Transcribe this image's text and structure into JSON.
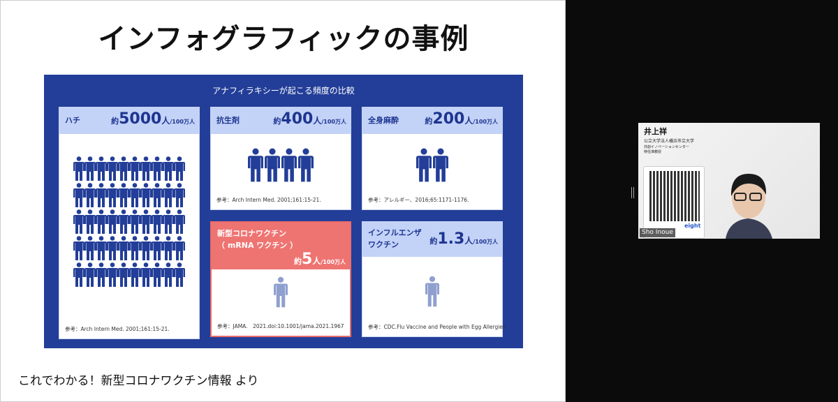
{
  "slide": {
    "title": "インフォグラフィックの事例",
    "caption": "これでわかる！新型コロナワクチン情報 より",
    "panel_title": "アナフィラキシーが起こる頻度の比較",
    "colors": {
      "panel": "#233e98",
      "header": "#c3d2f7",
      "highlight": "#ee7472",
      "figure": "#233e98",
      "figure_light": "#8fa0cf"
    },
    "cards": [
      {
        "label": "ハチ",
        "prefix": "約",
        "number": "5000",
        "suffix": "人",
        "unit": "/100万人",
        "ref": "参考：Arch Intern Med. 2001;161:15-21.",
        "figures": 50,
        "light": false
      },
      {
        "label": "抗生剤",
        "prefix": "約",
        "number": "400",
        "suffix": "人",
        "unit": "/100万人",
        "ref": "参考：Arch Intern Med. 2001;161:15-21.",
        "figures": 4,
        "light": false
      },
      {
        "label": "全身麻酔",
        "prefix": "約",
        "number": "200",
        "suffix": "人",
        "unit": "/100万人",
        "ref": "参考：アレルギー、2016;65:1171-1176.",
        "figures": 2,
        "light": false
      },
      {
        "label": "新型コロナワクチン",
        "label2": "（ mRNA ワクチン ）",
        "prefix": "約",
        "number": "5",
        "suffix": "人",
        "unit": "/100万人",
        "ref": "参考：JAMA.　2021.doi:10.1001/jama.2021.1967",
        "figures": 1,
        "light": true,
        "highlight": true
      },
      {
        "label": "インフルエンザ",
        "label2": "ワクチン",
        "prefix": "約",
        "number": "1.3",
        "suffix": "人",
        "unit": "/100万人",
        "ref": "参考：CDC.Flu Vaccine and People with Egg Allergies",
        "figures": 1,
        "light": true
      }
    ]
  },
  "video": {
    "name": "井上祥",
    "org": "公立大学法人横浜市立大学",
    "dept": "共創イノベーションセンター",
    "position": "特任准教授",
    "qr_brand": "eight",
    "participant_label": "Sho Inoue"
  }
}
